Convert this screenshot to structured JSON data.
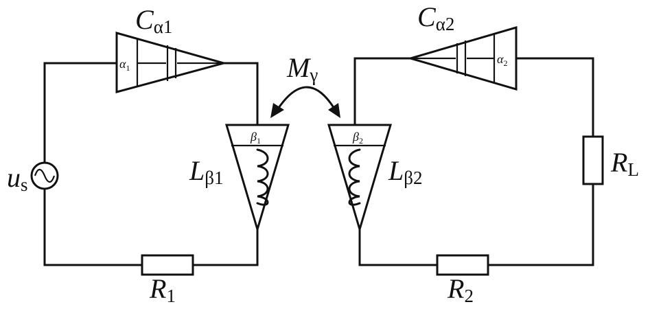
{
  "labels": {
    "source": {
      "main": "u",
      "sub": "s"
    },
    "C1": {
      "main": "C",
      "sub": "α1"
    },
    "C2": {
      "main": "C",
      "sub": "α2"
    },
    "C1_inner": {
      "main": "α",
      "sub": "1"
    },
    "C2_inner": {
      "main": "α",
      "sub": "2"
    },
    "L1": {
      "main": "L",
      "sub": "β1"
    },
    "L2": {
      "main": "L",
      "sub": "β2"
    },
    "L1_inner": {
      "main": "β",
      "sub": "1"
    },
    "L2_inner": {
      "main": "β",
      "sub": "2"
    },
    "M": {
      "main": "M",
      "sub": "γ"
    },
    "R1": {
      "main": "R",
      "sub": "1"
    },
    "R2": {
      "main": "R",
      "sub": "2"
    },
    "RL": {
      "main": "R",
      "sub": "L"
    }
  }
}
